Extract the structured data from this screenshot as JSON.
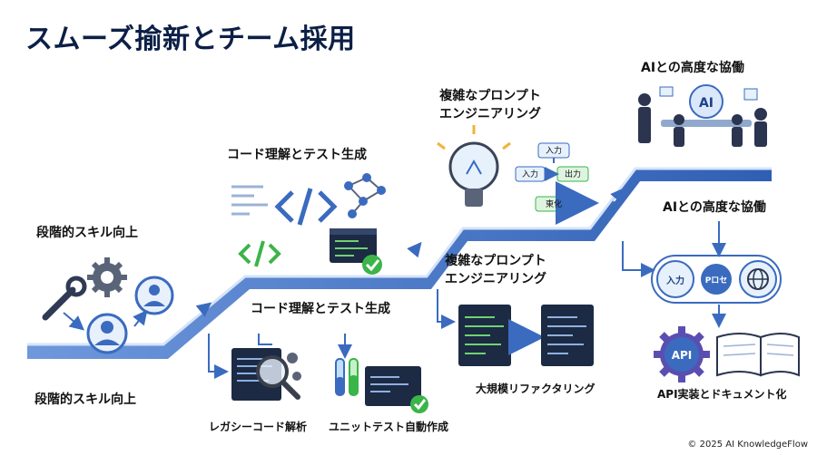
{
  "title": "スムーズ揄新とチーム採用",
  "stages": {
    "stage1": {
      "top_label": "段階的スキル向上",
      "bottom_label": "段階的スキル向上"
    },
    "stage2": {
      "top_label": "コード理解とテスト生成",
      "bottom_label": "コード理解とテスト生成",
      "sub_items": [
        "レガシーコード解析",
        "ユニットテスト自動作成"
      ]
    },
    "stage3": {
      "top_label": "複雑なプロンプト\nエンジニアリング",
      "bottom_label": "複雑なプロンプト\nエンジニアリング",
      "sub_items": [
        "大規模リファクタリング"
      ],
      "flow_boxes": [
        "入力",
        "入力",
        "出力",
        "東化"
      ]
    },
    "stage4": {
      "top_label": "AIとの高度な協働",
      "bottom_label": "AIとの高度な協働",
      "sub_items": [
        "API実装とドキュメント化"
      ],
      "cycle_nodes": [
        "入力",
        "Pロセ"
      ],
      "badges": [
        "AI",
        "API"
      ]
    }
  },
  "icons": [
    "wrench-icon",
    "gear-icon",
    "user-icon",
    "code-window-icon",
    "network-icon",
    "lightbulb-icon",
    "team-meeting-icon",
    "magnifier-icon",
    "test-tube-icon",
    "globe-icon",
    "book-icon",
    "checkmark-icon"
  ],
  "colors": {
    "staircase": "#4a78c8",
    "staircase_light": "#9ec0ee",
    "navy": "#0c1f46",
    "green": "#3bb44a",
    "gear_purple": "#5a4fb0"
  },
  "copyright": "© 2025 AI KnowledgeFlow"
}
